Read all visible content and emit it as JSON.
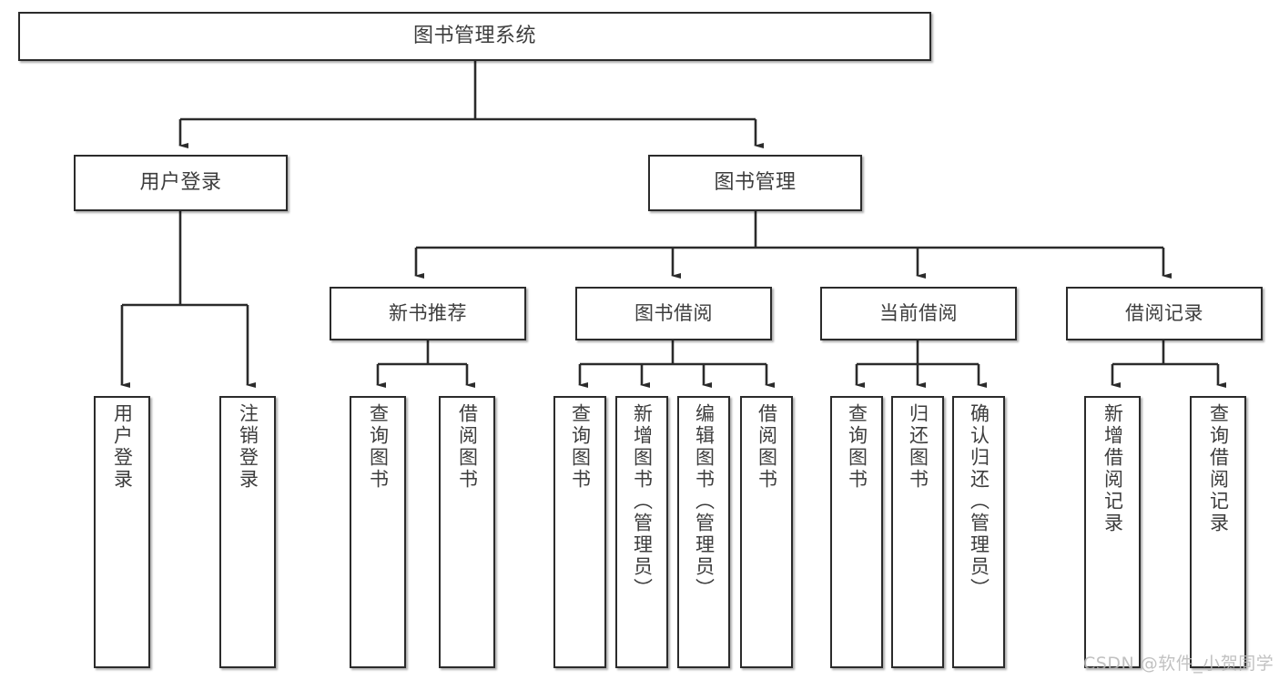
{
  "diagram": {
    "title": "图书管理系统",
    "type": "hierarchy-tree",
    "root": {
      "id": "root",
      "label": "图书管理系统"
    },
    "level2": [
      {
        "id": "user-login",
        "label": "用户登录"
      },
      {
        "id": "book-manage",
        "label": "图书管理"
      }
    ],
    "level3": [
      {
        "id": "new-book-recommend",
        "label": "新书推荐",
        "parent": "book-manage"
      },
      {
        "id": "book-borrow",
        "label": "图书借阅",
        "parent": "book-manage"
      },
      {
        "id": "current-borrow",
        "label": "当前借阅",
        "parent": "book-manage"
      },
      {
        "id": "borrow-record",
        "label": "借阅记录",
        "parent": "book-manage"
      }
    ],
    "leaves": [
      {
        "id": "leaf-user-login",
        "label": "用户登录",
        "parent": "user-login"
      },
      {
        "id": "leaf-logout",
        "label": "注销登录",
        "parent": "user-login"
      },
      {
        "id": "leaf-query-book-1",
        "label": "查询图书",
        "parent": "new-book-recommend"
      },
      {
        "id": "leaf-borrow-book-1",
        "label": "借阅图书",
        "parent": "new-book-recommend"
      },
      {
        "id": "leaf-query-book-2",
        "label": "查询图书",
        "parent": "book-borrow"
      },
      {
        "id": "leaf-add-book",
        "label": "新增图书（管理员）",
        "parent": "book-borrow"
      },
      {
        "id": "leaf-edit-book",
        "label": "编辑图书（管理员）",
        "parent": "book-borrow"
      },
      {
        "id": "leaf-borrow-book-2",
        "label": "借阅图书",
        "parent": "book-borrow"
      },
      {
        "id": "leaf-query-book-3",
        "label": "查询图书",
        "parent": "current-borrow"
      },
      {
        "id": "leaf-return-book",
        "label": "归还图书",
        "parent": "current-borrow"
      },
      {
        "id": "leaf-confirm-return",
        "label": "确认归还（管理员）",
        "parent": "current-borrow"
      },
      {
        "id": "leaf-add-record",
        "label": "新增借阅记录",
        "parent": "borrow-record"
      },
      {
        "id": "leaf-query-record",
        "label": "查询借阅记录",
        "parent": "borrow-record"
      }
    ]
  },
  "watermark": {
    "text": "CSDN @软件_小贺同学"
  },
  "colors": {
    "border": "#2b2b2b",
    "text": "#3d3d3d",
    "background": "#ffffff",
    "connector": "#2b2b2b",
    "watermark": "#b9b9b9"
  }
}
